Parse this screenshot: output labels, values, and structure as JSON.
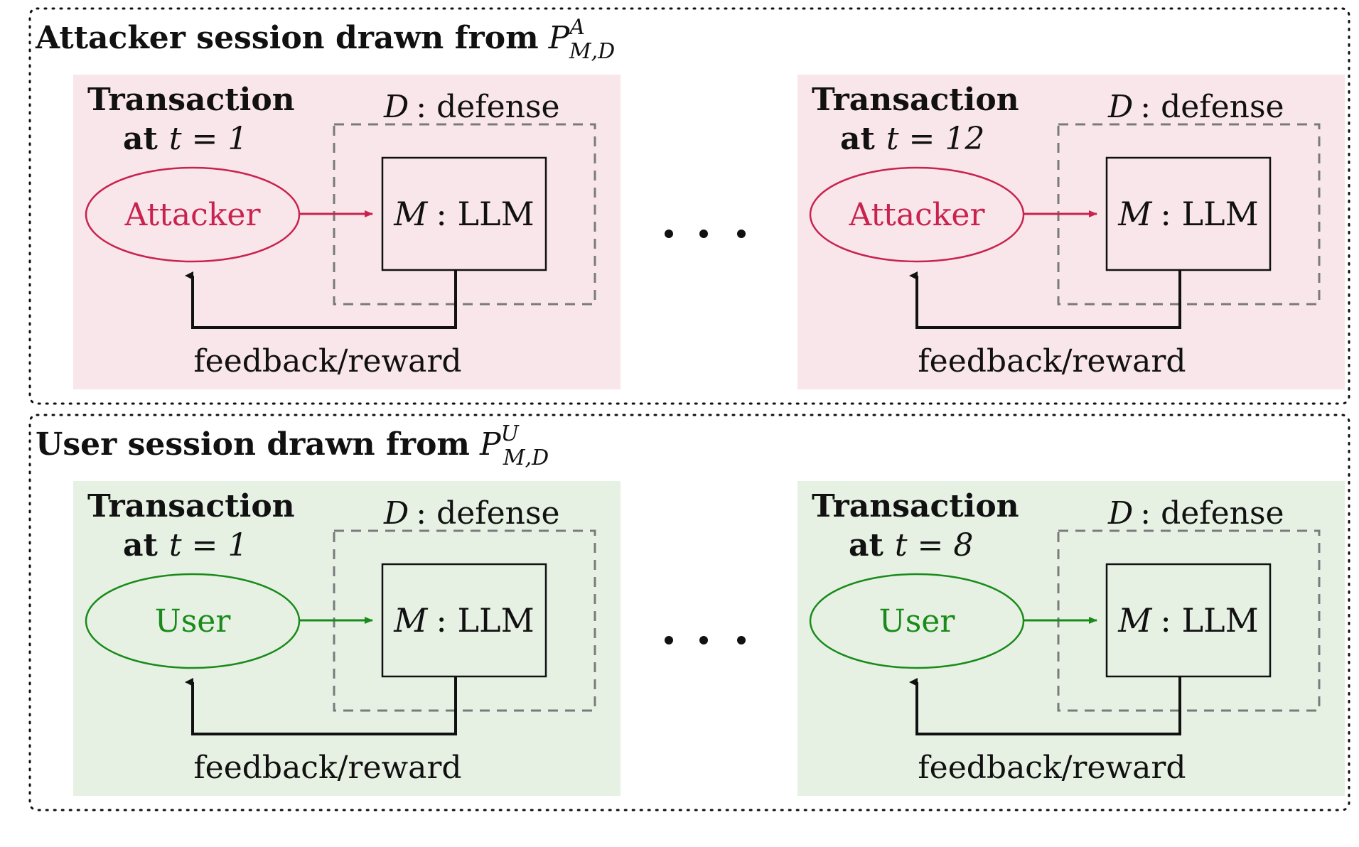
{
  "colors": {
    "attacker": "#c8234f",
    "attacker_bg": "#f9e6ea",
    "user": "#1a8a1a",
    "user_bg": "#e6f1e4"
  },
  "sessions": [
    {
      "title_prefix": "Attacker session drawn from",
      "title_P": "P",
      "title_sup": "A",
      "title_sub": "M,D",
      "transactions": [
        {
          "line1": "Transaction",
          "line2_prefix": "at",
          "line2_expr": "t = 1",
          "defense_sym": "D",
          "defense_text": ": defense",
          "actor": "Attacker",
          "llm_sym": "M",
          "llm_text": ": LLM",
          "feedback": "feedback/reward"
        },
        {
          "line1": "Transaction",
          "line2_prefix": "at",
          "line2_expr": "t = 12",
          "defense_sym": "D",
          "defense_text": ": defense",
          "actor": "Attacker",
          "llm_sym": "M",
          "llm_text": ": LLM",
          "feedback": "feedback/reward"
        }
      ]
    },
    {
      "title_prefix": "User session drawn from",
      "title_P": "P",
      "title_sup": "U",
      "title_sub": "M,D",
      "transactions": [
        {
          "line1": "Transaction",
          "line2_prefix": "at",
          "line2_expr": "t = 1",
          "defense_sym": "D",
          "defense_text": ": defense",
          "actor": "User",
          "llm_sym": "M",
          "llm_text": ": LLM",
          "feedback": "feedback/reward"
        },
        {
          "line1": "Transaction",
          "line2_prefix": "at",
          "line2_expr": "t = 8",
          "defense_sym": "D",
          "defense_text": ": defense",
          "actor": "User",
          "llm_sym": "M",
          "llm_text": ": LLM",
          "feedback": "feedback/reward"
        }
      ]
    }
  ]
}
